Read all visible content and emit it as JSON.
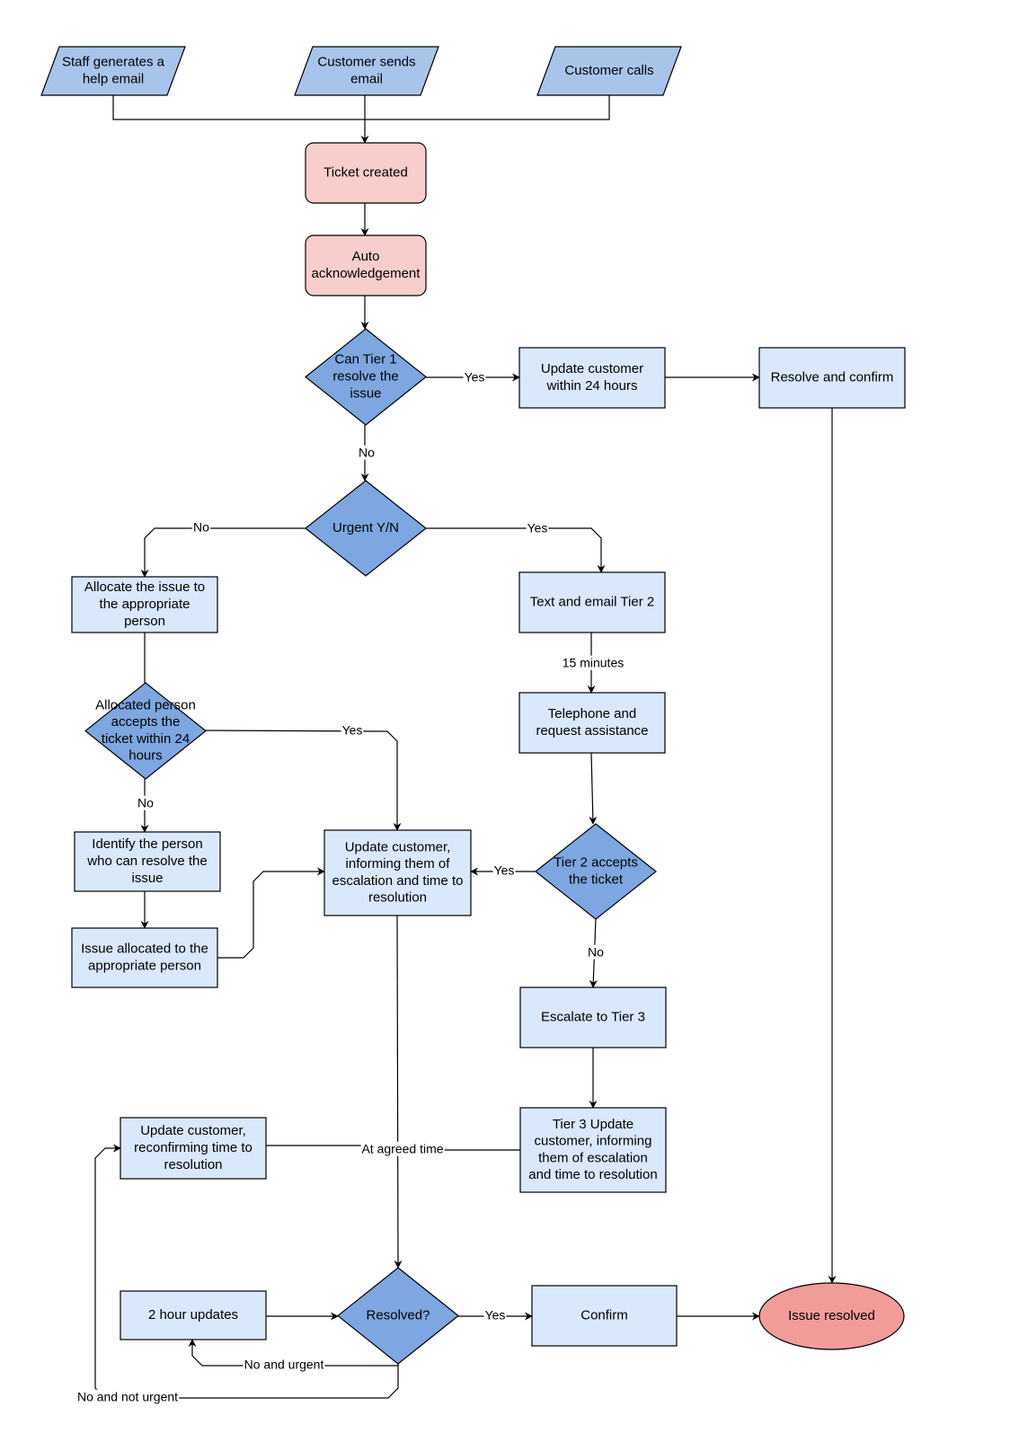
{
  "colors": {
    "io": "#a9c4eb",
    "start": "#f8cecc",
    "process": "#dae8fc",
    "decision": "#7ea6e0",
    "end": "#f19c99",
    "line": "#000000"
  },
  "nodes": {
    "staff_email": {
      "label": [
        "Staff generates a",
        "help email"
      ]
    },
    "customer_email": {
      "label": [
        "Customer sends",
        "email"
      ]
    },
    "customer_calls": {
      "label": [
        "Customer calls"
      ]
    },
    "ticket_created": {
      "label": [
        "Ticket created"
      ]
    },
    "auto_ack": {
      "label": [
        "Auto",
        "acknowledgement"
      ]
    },
    "tier1_decision": {
      "label": [
        "Can Tier 1",
        "resolve the",
        "issue"
      ]
    },
    "update_24h": {
      "label": [
        "Update customer",
        "within 24 hours"
      ]
    },
    "resolve_confirm": {
      "label": [
        "Resolve and confirm"
      ]
    },
    "urgent_decision": {
      "label": [
        "Urgent Y/N"
      ]
    },
    "allocate_issue": {
      "label": [
        "Allocate the issue to",
        "the appropriate",
        "person"
      ]
    },
    "text_email_tier2": {
      "label": [
        "Text and email Tier 2"
      ]
    },
    "accepts_24h": {
      "label": [
        "Allocated person",
        "accepts the",
        "ticket within 24",
        "hours"
      ]
    },
    "telephone": {
      "label": [
        "Telephone and",
        "request assistance"
      ]
    },
    "identify_person": {
      "label": [
        "Identify the person",
        "who can resolve the",
        "issue"
      ]
    },
    "update_escalation": {
      "label": [
        "Update customer,",
        "informing them of",
        "escalation and time to",
        "resolution"
      ]
    },
    "tier2_accepts": {
      "label": [
        "Tier 2 accepts",
        "the ticket"
      ]
    },
    "issue_allocated": {
      "label": [
        "Issue allocated to the",
        "appropriate person"
      ]
    },
    "escalate_tier3": {
      "label": [
        "Escalate to  Tier 3"
      ]
    },
    "update_reconfirm": {
      "label": [
        "Update customer,",
        "reconfirming time to",
        "resolution"
      ]
    },
    "tier3_update": {
      "label": [
        "Tier 3 Update",
        "customer, informing",
        "them of escalation",
        "and time to resolution"
      ]
    },
    "two_hour": {
      "label": [
        "2 hour updates"
      ]
    },
    "resolved_decision": {
      "label": [
        "Resolved?"
      ]
    },
    "confirm": {
      "label": [
        "Confirm"
      ]
    },
    "issue_resolved": {
      "label": [
        "Issue resolved"
      ]
    }
  },
  "edge_labels": {
    "tier1_yes": "Yes",
    "tier1_no": "No",
    "urgent_no": "No",
    "urgent_yes": "Yes",
    "fifteen_minutes": "15 minutes",
    "accepts_yes": "Yes",
    "accepts_no": "No",
    "tier2_yes": "Yes",
    "tier2_no": "No",
    "agreed_time": "At agreed time",
    "resolved_yes": "Yes",
    "no_and_urgent": "No and urgent",
    "no_and_not_urgent": "No and not urgent"
  }
}
